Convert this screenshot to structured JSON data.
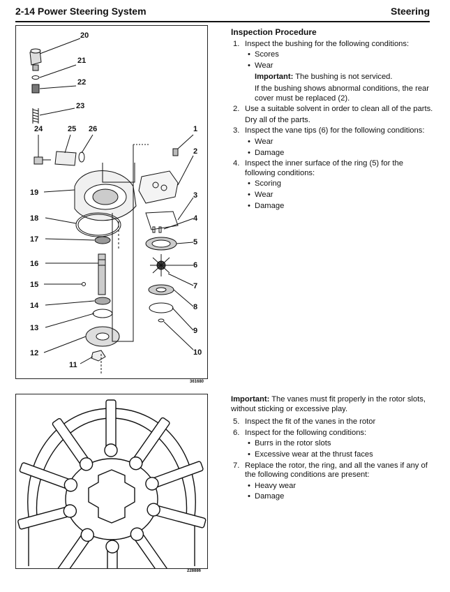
{
  "header": {
    "section": "2-14  Power Steering System",
    "chapter": "Steering"
  },
  "figure1": {
    "id": "361680",
    "callouts": [
      "20",
      "21",
      "22",
      "23",
      "24",
      "25",
      "26",
      "1",
      "2",
      "19",
      "3",
      "18",
      "4",
      "17",
      "5",
      "16",
      "6",
      "15",
      "7",
      "14",
      "8",
      "13",
      "9",
      "12",
      "10",
      "11"
    ]
  },
  "figure2": {
    "id": "228886"
  },
  "inspection": {
    "title": "Inspection Procedure",
    "s1": {
      "num": "1.",
      "text": "Inspect the bushing for the following conditions:"
    },
    "s1_items": [
      "Scores",
      "Wear"
    ],
    "s1_important_label": "Important:",
    "s1_important_text": " The bushing is not serviced.",
    "s1_note": "If the bushing shows abnormal conditions, the rear cover must be replaced (2).",
    "s2": {
      "num": "2.",
      "text": "Use a suitable solvent in order to clean all of the parts."
    },
    "s2_note": "Dry all of the parts.",
    "s3": {
      "num": "3.",
      "text": "Inspect the vane tips (6) for the following conditions:"
    },
    "s3_items": [
      "Wear",
      "Damage"
    ],
    "s4": {
      "num": "4.",
      "text": "Inspect the inner surface of the ring (5) for the following conditions:"
    },
    "s4_items": [
      "Scoring",
      "Wear",
      "Damage"
    ]
  },
  "vanes": {
    "important_label": "Important:",
    "important_text": " The vanes must fit properly in the rotor slots, without sticking or excessive play.",
    "s5": {
      "num": "5.",
      "text": "Inspect the fit of the vanes in the rotor"
    },
    "s6": {
      "num": "6.",
      "text": "Inspect for the following conditions:"
    },
    "s6_items": [
      "Burrs in the rotor slots",
      "Excessive wear at the thrust faces"
    ],
    "s7": {
      "num": "7.",
      "text": "Replace the rotor, the ring, and all the vanes if any of the following conditions are present:"
    },
    "s7_items": [
      "Heavy wear",
      "Damage"
    ],
    "bullet": "•"
  }
}
